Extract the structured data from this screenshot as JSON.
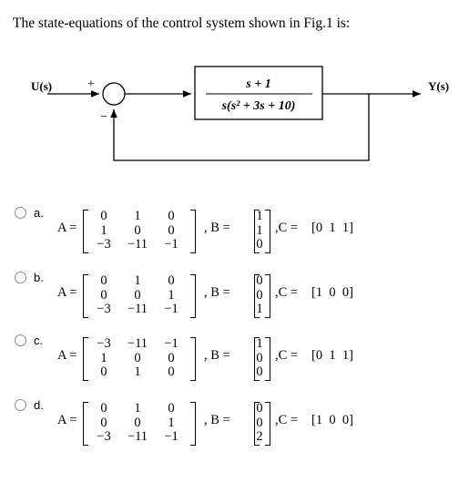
{
  "question": {
    "text": "The state-equations of the control system shown in Fig.1 is:",
    "input_label": "U(s)",
    "output_label": "Y(s)",
    "plus_sign": "+",
    "minus_sign": "−",
    "tf_numerator": "s + 1",
    "tf_denominator": "s(s² + 3s + 10)"
  },
  "options": [
    {
      "letter": "a.",
      "A": [
        [
          "0",
          "1",
          "0"
        ],
        [
          "1",
          "0",
          "0"
        ],
        [
          "−3",
          "−11",
          "−1"
        ]
      ],
      "B": [
        "1",
        "1",
        "0"
      ],
      "C": "[0  1  1]"
    },
    {
      "letter": "b.",
      "A": [
        [
          "0",
          "1",
          "0"
        ],
        [
          "0",
          "0",
          "1"
        ],
        [
          "−3",
          "−11",
          "−1"
        ]
      ],
      "B": [
        "0",
        "0",
        "1"
      ],
      "C": "[1  0  0]"
    },
    {
      "letter": "c.",
      "A": [
        [
          "−3",
          "−11",
          "−1"
        ],
        [
          "1",
          "0",
          "0"
        ],
        [
          "0",
          "1",
          "0"
        ]
      ],
      "B": [
        "1",
        "0",
        "0"
      ],
      "C": "[0  1  1]"
    },
    {
      "letter": "d.",
      "A": [
        [
          "0",
          "1",
          "0"
        ],
        [
          "0",
          "0",
          "1"
        ],
        [
          "−3",
          "−11",
          "−1"
        ]
      ],
      "B": [
        "0",
        "0",
        "2"
      ],
      "C": "[1  0  0]"
    }
  ],
  "labels": {
    "A_eq": "A =",
    "B_eq": ", B =",
    "C_eq": ",C ="
  }
}
